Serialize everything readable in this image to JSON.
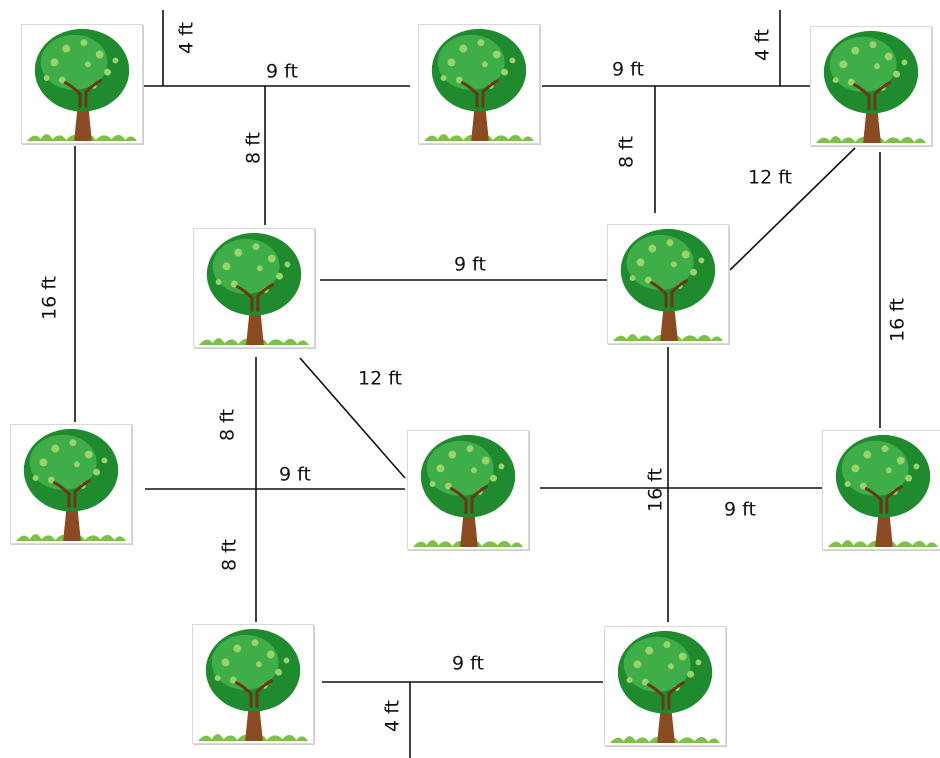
{
  "icons": {
    "tree": "tree-icon"
  },
  "colors": {
    "foliage": "#1f8a2e",
    "foliage_light": "#3fae49",
    "leaf_spots": "#9bd36b",
    "trunk": "#8a4b22",
    "grass": "#7cc24a",
    "line": "#111111"
  },
  "labels": {
    "top_left_gap": "4 ft",
    "top_row_left": "9 ft",
    "top_row_right": "9 ft",
    "top_right_gap": "4 ft",
    "left_upper_vertical": "8 ft",
    "mid_upper_vertical": "8 ft",
    "diag_upper_right": "12 ft",
    "left_side": "16 ft",
    "middle_row": "9 ft",
    "right_side": "16 ft",
    "diag_center": "12 ft",
    "left_lower_vertical_a": "8 ft",
    "lower_row_left": "9 ft",
    "center_vertical": "16 ft",
    "lower_row_right": "9 ft",
    "left_lower_vertical_b": "8 ft",
    "bottom_row": "9 ft",
    "bottom_gap": "4 ft"
  }
}
